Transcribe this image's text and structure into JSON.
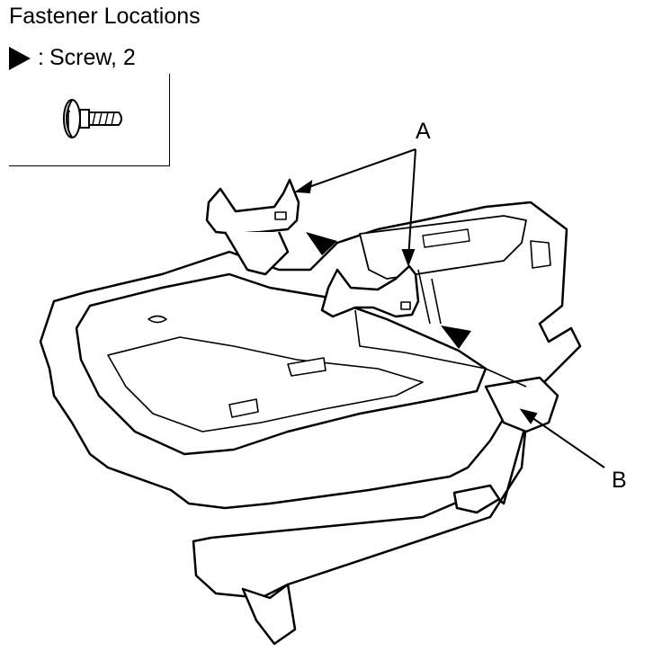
{
  "title": "Fastener Locations",
  "legend": {
    "separator": ":",
    "label": "Screw, 2",
    "marker_icon": "triangle-arrow-icon",
    "part_icon": "screw-icon"
  },
  "callouts": {
    "a": "A",
    "b": "B"
  }
}
